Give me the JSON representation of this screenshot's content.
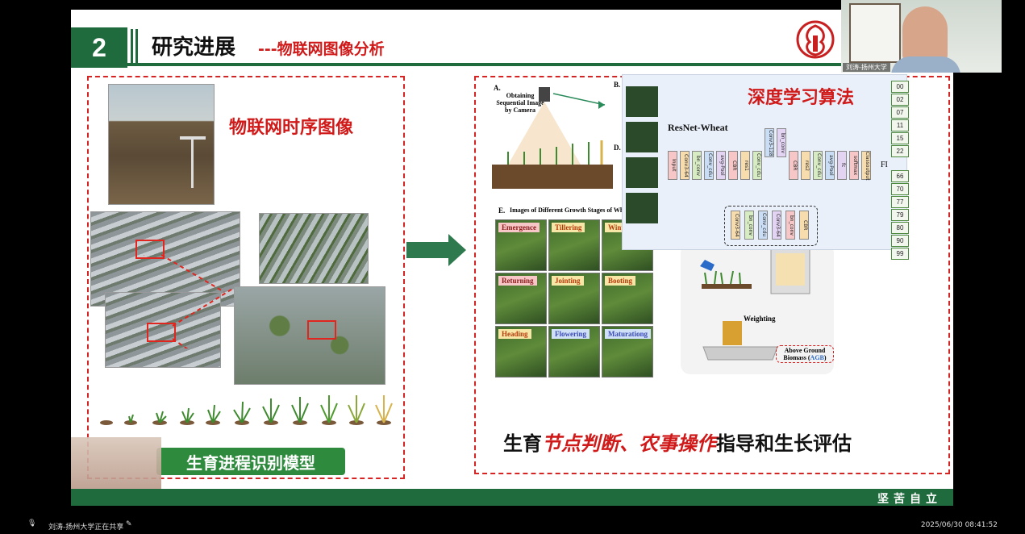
{
  "header": {
    "number": "2",
    "title": "研究进展",
    "subtitle": "---物联网图像分析"
  },
  "left_panel": {
    "title": "物联网时序图像",
    "model_label": "生育进程识别模型"
  },
  "right_panel": {
    "step_a": "A.",
    "step_a_text": "Obtaining Sequential Image by Camera",
    "step_b": "B.",
    "step_d": "D.",
    "step_e": "E.",
    "step_e_text": "Images of Different Growth Stages of Wheat",
    "stages": [
      "Emergence",
      "Tillering",
      "Wint",
      "Returning",
      "Jointing",
      "Booting",
      "Heading",
      "Flowering",
      "Maturationg"
    ],
    "weighting": "Weighting",
    "agb_line1": "Above Ground",
    "agb_line2a": "Biomass (",
    "agb_line2b": "AGB",
    "agb_line2c": ")"
  },
  "algorithm": {
    "title": "深度学习算法",
    "model_name": "ResNet-Wheat",
    "fi": "FI",
    "codes": [
      "00",
      "02",
      "07",
      "11",
      "15",
      "22",
      "66",
      "70",
      "77",
      "79",
      "80",
      "90",
      "99"
    ],
    "blocks": [
      "Input",
      "Conv3-64",
      "bn_conv",
      "Conv_cdu",
      "avg-Pool",
      "CBR",
      "res1",
      "Conv_cdu",
      "Conv3-128",
      "bn_conv",
      "CBR",
      "res2",
      "Conv_cdu",
      "avg-Pool",
      "fc",
      "softmax",
      "Classoutput"
    ],
    "sub_blocks": [
      "Conv3-64",
      "bn_conv",
      "Conv_cdu",
      "Conv3-64",
      "bn_conv",
      "CBR"
    ]
  },
  "caption": {
    "p1": "生育",
    "p2": "节点判断、农事操作",
    "p3": "指导和生长评估"
  },
  "footer": {
    "motto": "坚苦自立"
  },
  "webcam": {
    "name": "刘涛-扬州大学"
  },
  "taskbar": {
    "status": "刘涛-扬州大学正在共享",
    "datetime": "2025/06/30 08:41:52"
  },
  "colors": {
    "brand_green": "#1f6b3d",
    "accent_red": "#d01a1a"
  }
}
